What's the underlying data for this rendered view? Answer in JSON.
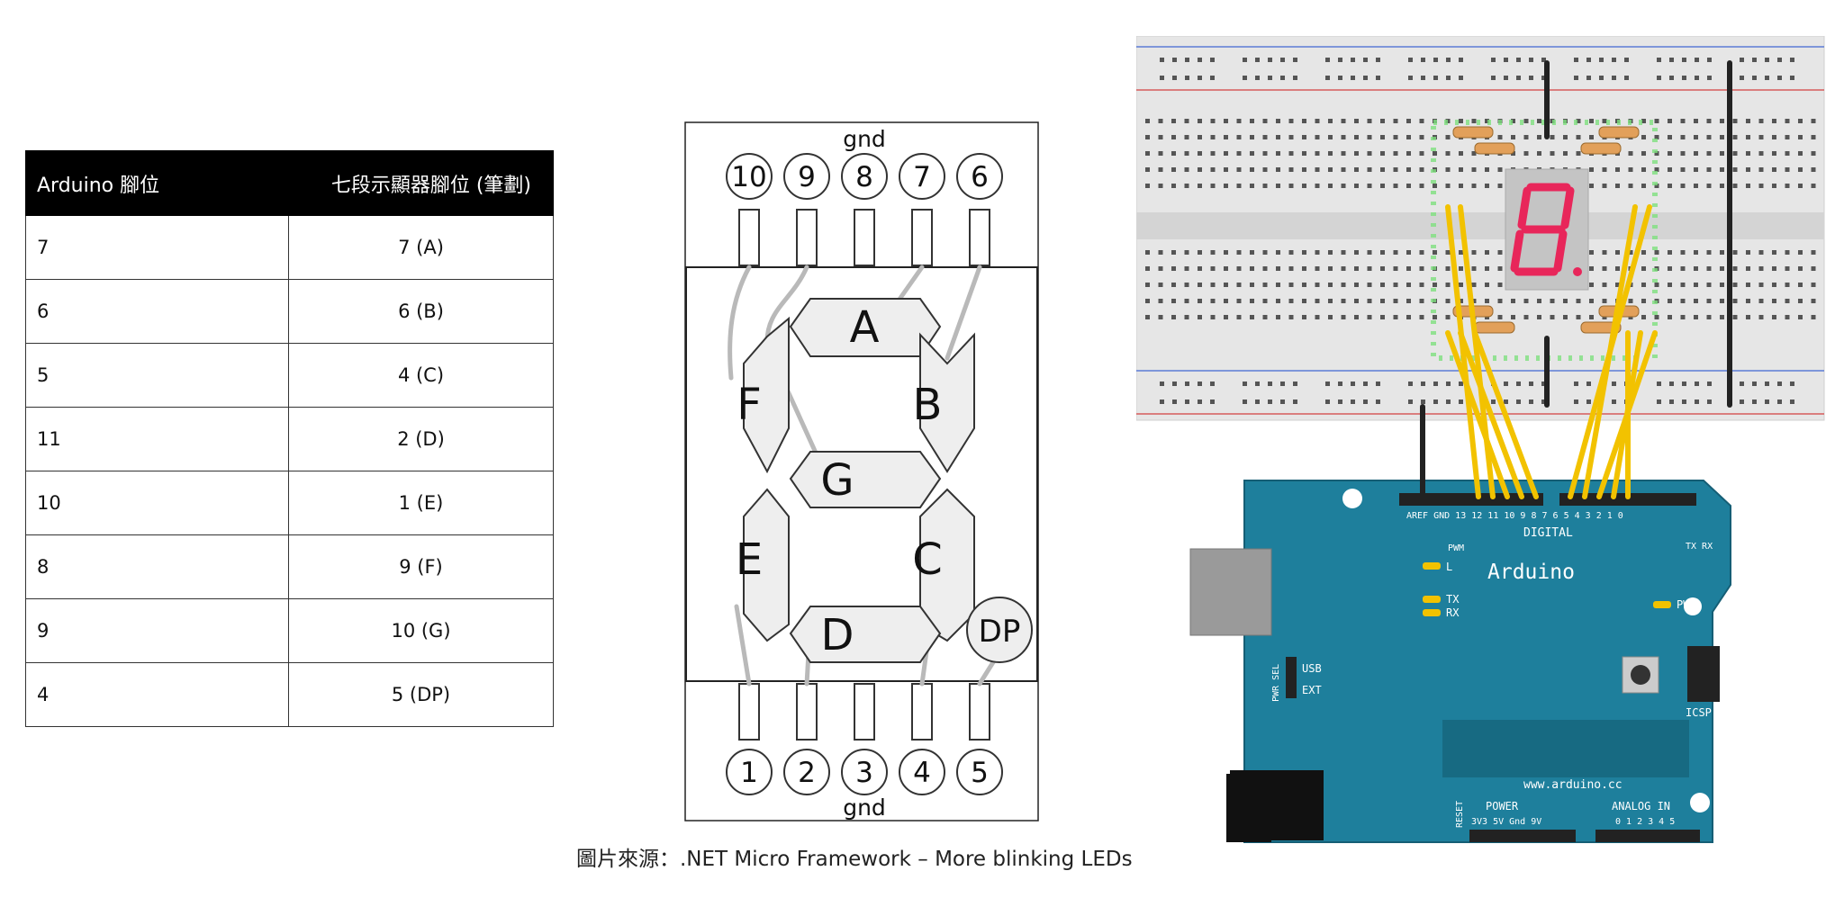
{
  "table": {
    "headers": [
      "Arduino 腳位",
      "七段示顯器腳位 (筆劃)"
    ],
    "rows": [
      [
        "7",
        "7 (A)"
      ],
      [
        "6",
        "6 (B)"
      ],
      [
        "5",
        "4 (C)"
      ],
      [
        "11",
        "2 (D)"
      ],
      [
        "10",
        "1 (E)"
      ],
      [
        "8",
        "9 (F)"
      ],
      [
        "9",
        "10 (G)"
      ],
      [
        "4",
        "5 (DP)"
      ]
    ]
  },
  "segment_diagram": {
    "gnd_top": "gnd",
    "gnd_bottom": "gnd",
    "top_pins": [
      "10",
      "9",
      "8",
      "7",
      "6"
    ],
    "bottom_pins": [
      "1",
      "2",
      "3",
      "4",
      "5"
    ],
    "segments": {
      "A": "A",
      "B": "B",
      "C": "C",
      "D": "D",
      "E": "E",
      "F": "F",
      "G": "G",
      "DP": "DP"
    }
  },
  "caption": "圖片來源：.NET Micro Framework – More blinking LEDs",
  "board": {
    "name": "Arduino",
    "url": "www.arduino.cc",
    "digital_label": "DIGITAL",
    "header_top_label": "AREF GND 13 12 11 10 9 8   7 6 5 4 3 2 1 0",
    "pwm_label": "PWM",
    "led_l": "L",
    "led_tx": "TX",
    "led_rx": "RX",
    "led_pwr": "PWR",
    "usb_label": "USB",
    "ext_label": "EXT",
    "pwr_sel_label": "PWR SEL",
    "icsp_label": "ICSP",
    "power_label": "POWER",
    "analog_label": "ANALOG IN",
    "reset_label": "RESET",
    "power_pins": "3V3 5V Gnd 9V",
    "analog_pins": "0 1 2 3 4 5",
    "tx_rx_small": "TX RX"
  },
  "colors": {
    "board": "#1e7f9c",
    "wire": "#f2c200",
    "led_digit": "#e8265a",
    "breadboard": "#e6e6e6",
    "highlight": "#7ee07e"
  }
}
